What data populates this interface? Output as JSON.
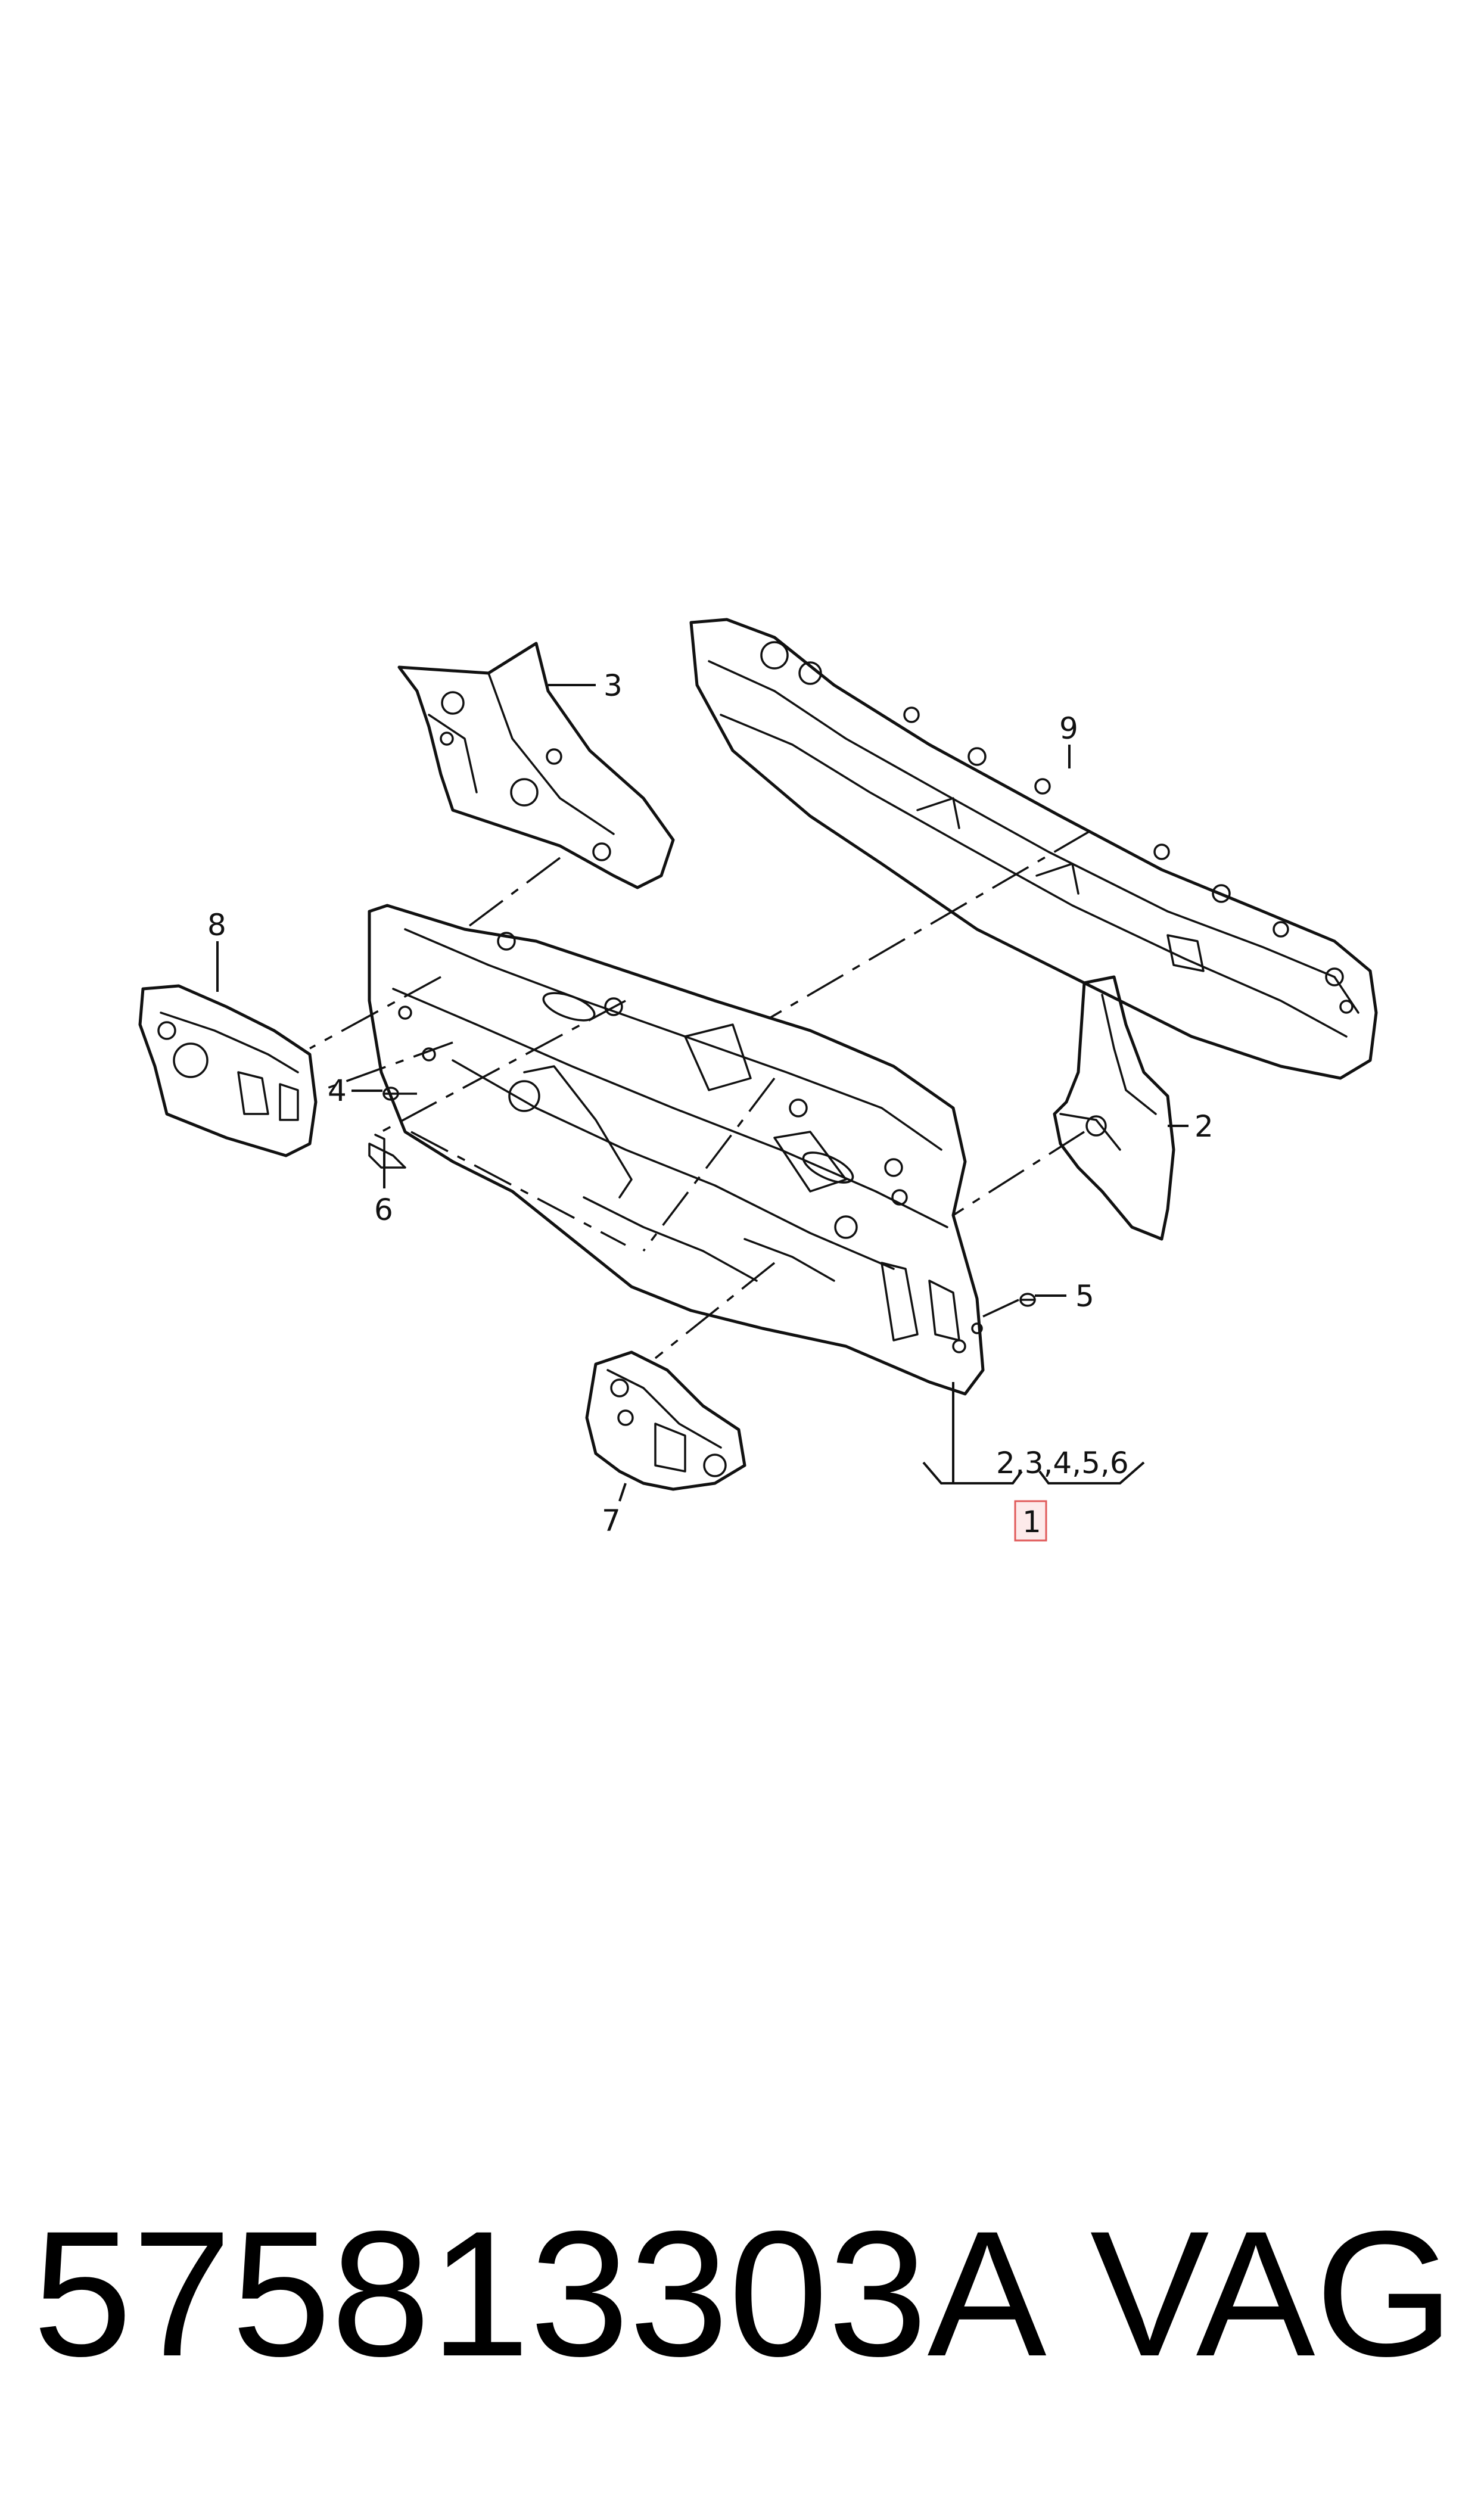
{
  "callouts": {
    "c1": "1",
    "c2": "2",
    "c3": "3",
    "c4": "4",
    "c5": "5",
    "c6": "6",
    "c7": "7",
    "c8": "8",
    "c9": "9",
    "group": "2,3,4,5,6"
  },
  "footer": {
    "part_number": "575813303A",
    "brand": "VAG"
  },
  "colors": {
    "line": "#111111",
    "highlight_fill": "#fdeaea",
    "highlight_border": "#e05a5a"
  }
}
